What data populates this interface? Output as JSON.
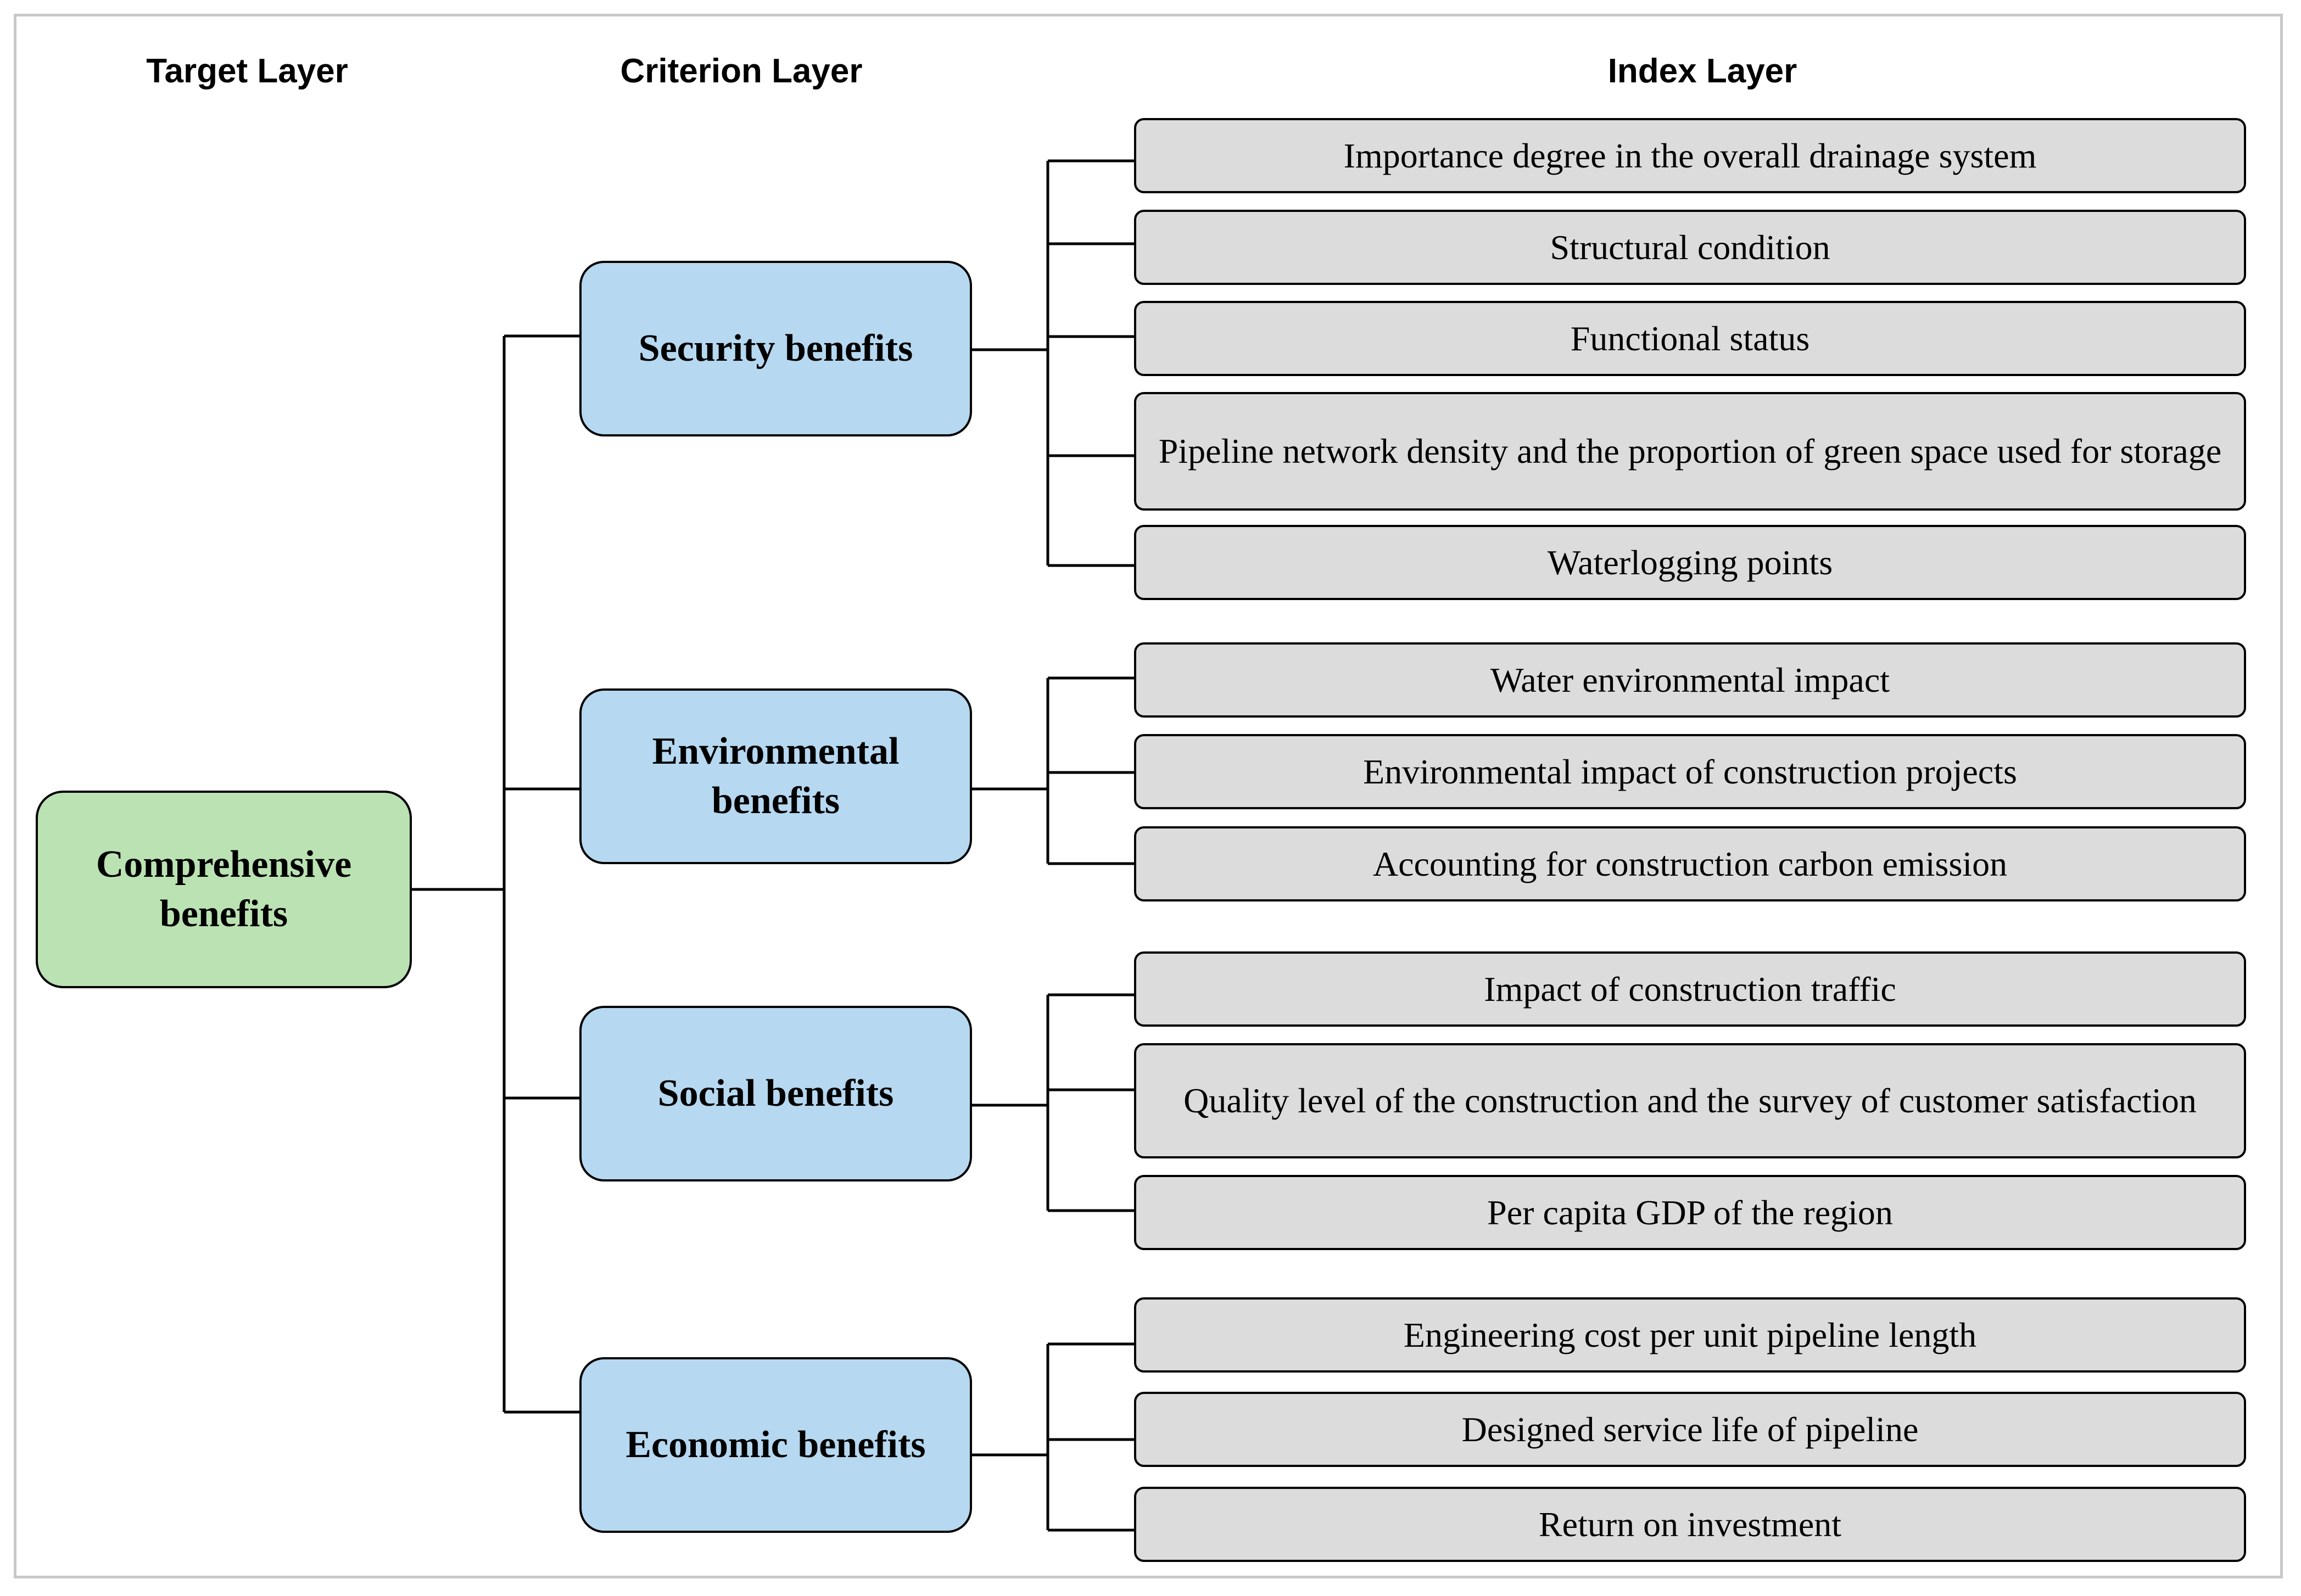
{
  "headers": {
    "target": "Target Layer",
    "criterion": "Criterion Layer",
    "index": "Index Layer"
  },
  "target": {
    "label": "Comprehensive benefits"
  },
  "criteria": [
    {
      "label": "Security benefits",
      "indices": [
        "Importance degree in the overall drainage system",
        "Structural condition",
        "Functional status",
        "Pipeline network density and the proportion of green space used for storage",
        "Waterlogging points"
      ]
    },
    {
      "label": "Environmental benefits",
      "indices": [
        "Water environmental impact",
        "Environmental impact of construction projects",
        "Accounting for construction carbon emission"
      ]
    },
    {
      "label": "Social benefits",
      "indices": [
        "Impact of construction traffic",
        "Quality level of the construction and the survey of customer satisfaction",
        "Per capita GDP of the region"
      ]
    },
    {
      "label": "Economic benefits",
      "indices": [
        "Engineering cost per unit pipeline length",
        "Designed service life of pipeline",
        "Return on investment"
      ]
    }
  ],
  "colors": {
    "target_fill": "#bbe2b3",
    "criterion_fill": "#b6d8f0",
    "index_fill": "#dcdcdc",
    "line": "#000000"
  }
}
